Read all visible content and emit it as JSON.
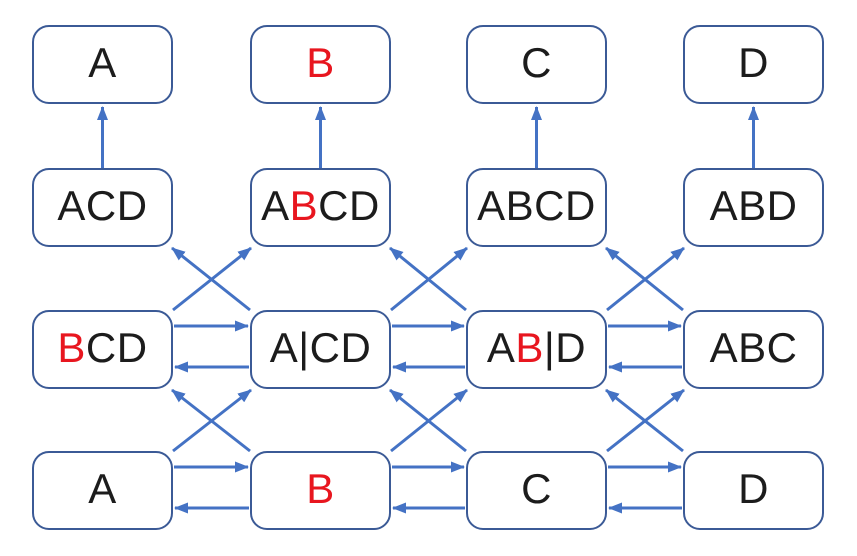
{
  "diagram": {
    "background_color": "#ffffff",
    "box_border_color": "#3b5a96",
    "arrow_color": "#4472c4",
    "text_color": "#1c1c1c",
    "highlight_color": "#e8161f",
    "grid": {
      "rows": 4,
      "cols": 4
    },
    "nodes": [
      {
        "id": "r1c1",
        "row": 1,
        "col": 1,
        "label": "A",
        "segments": [
          {
            "text": "A",
            "highlight": false
          }
        ]
      },
      {
        "id": "r1c2",
        "row": 1,
        "col": 2,
        "label": "B",
        "segments": [
          {
            "text": "B",
            "highlight": true
          }
        ]
      },
      {
        "id": "r1c3",
        "row": 1,
        "col": 3,
        "label": "C",
        "segments": [
          {
            "text": "C",
            "highlight": false
          }
        ]
      },
      {
        "id": "r1c4",
        "row": 1,
        "col": 4,
        "label": "D",
        "segments": [
          {
            "text": "D",
            "highlight": false
          }
        ]
      },
      {
        "id": "r2c1",
        "row": 2,
        "col": 1,
        "label": "ACD",
        "segments": [
          {
            "text": "ACD",
            "highlight": false
          }
        ]
      },
      {
        "id": "r2c2",
        "row": 2,
        "col": 2,
        "label": "ABCD",
        "segments": [
          {
            "text": "A",
            "highlight": false
          },
          {
            "text": "B",
            "highlight": true
          },
          {
            "text": "CD",
            "highlight": false
          }
        ]
      },
      {
        "id": "r2c3",
        "row": 2,
        "col": 3,
        "label": "ABCD",
        "segments": [
          {
            "text": "ABCD",
            "highlight": false
          }
        ]
      },
      {
        "id": "r2c4",
        "row": 2,
        "col": 4,
        "label": "ABD",
        "segments": [
          {
            "text": "ABD",
            "highlight": false
          }
        ]
      },
      {
        "id": "r3c1",
        "row": 3,
        "col": 1,
        "label": "BCD",
        "segments": [
          {
            "text": "B",
            "highlight": true
          },
          {
            "text": "CD",
            "highlight": false
          }
        ]
      },
      {
        "id": "r3c2",
        "row": 3,
        "col": 2,
        "label": "A|CD",
        "segments": [
          {
            "text": "A|CD",
            "highlight": false
          }
        ]
      },
      {
        "id": "r3c3",
        "row": 3,
        "col": 3,
        "label": "AB|D",
        "segments": [
          {
            "text": "A",
            "highlight": false
          },
          {
            "text": "B",
            "highlight": true
          },
          {
            "text": "|D",
            "highlight": false
          }
        ]
      },
      {
        "id": "r3c4",
        "row": 3,
        "col": 4,
        "label": "ABC",
        "segments": [
          {
            "text": "ABC",
            "highlight": false
          }
        ]
      },
      {
        "id": "r4c1",
        "row": 4,
        "col": 1,
        "label": "A",
        "segments": [
          {
            "text": "A",
            "highlight": false
          }
        ]
      },
      {
        "id": "r4c2",
        "row": 4,
        "col": 2,
        "label": "B",
        "segments": [
          {
            "text": "B",
            "highlight": true
          }
        ]
      },
      {
        "id": "r4c3",
        "row": 4,
        "col": 3,
        "label": "C",
        "segments": [
          {
            "text": "C",
            "highlight": false
          }
        ]
      },
      {
        "id": "r4c4",
        "row": 4,
        "col": 4,
        "label": "D",
        "segments": [
          {
            "text": "D",
            "highlight": false
          }
        ]
      }
    ],
    "edges": [
      {
        "from": "r2c1",
        "to": "r1c1"
      },
      {
        "from": "r2c2",
        "to": "r1c2"
      },
      {
        "from": "r2c3",
        "to": "r1c3"
      },
      {
        "from": "r2c4",
        "to": "r1c4"
      },
      {
        "from": "r3c1",
        "to": "r2c2"
      },
      {
        "from": "r3c2",
        "to": "r2c1"
      },
      {
        "from": "r3c2",
        "to": "r2c3"
      },
      {
        "from": "r3c3",
        "to": "r2c2"
      },
      {
        "from": "r3c3",
        "to": "r2c4"
      },
      {
        "from": "r3c4",
        "to": "r2c3"
      },
      {
        "from": "r4c1",
        "to": "r3c2"
      },
      {
        "from": "r4c2",
        "to": "r3c1"
      },
      {
        "from": "r4c2",
        "to": "r3c3"
      },
      {
        "from": "r4c3",
        "to": "r3c2"
      },
      {
        "from": "r4c3",
        "to": "r3c4"
      },
      {
        "from": "r4c4",
        "to": "r3c3"
      },
      {
        "from": "r3c1",
        "to": "r3c2"
      },
      {
        "from": "r3c2",
        "to": "r3c1"
      },
      {
        "from": "r3c2",
        "to": "r3c3"
      },
      {
        "from": "r3c3",
        "to": "r3c2"
      },
      {
        "from": "r3c3",
        "to": "r3c4"
      },
      {
        "from": "r3c4",
        "to": "r3c3"
      },
      {
        "from": "r4c1",
        "to": "r4c2"
      },
      {
        "from": "r4c2",
        "to": "r4c1"
      },
      {
        "from": "r4c2",
        "to": "r4c3"
      },
      {
        "from": "r4c3",
        "to": "r4c2"
      },
      {
        "from": "r4c3",
        "to": "r4c4"
      },
      {
        "from": "r4c4",
        "to": "r4c3"
      }
    ]
  }
}
